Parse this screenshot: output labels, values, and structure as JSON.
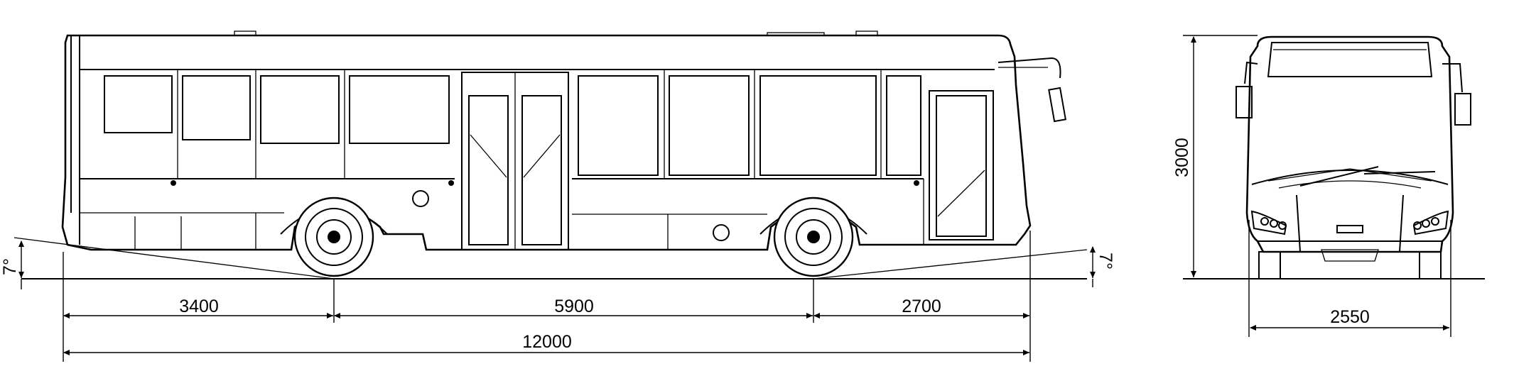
{
  "dimensions": {
    "front_overhang": "3400",
    "wheelbase": "5900",
    "rear_overhang": "2700",
    "overall_length": "12000",
    "height": "3000",
    "width": "2550"
  },
  "angles": {
    "approach": "7°",
    "departure": "7°"
  }
}
